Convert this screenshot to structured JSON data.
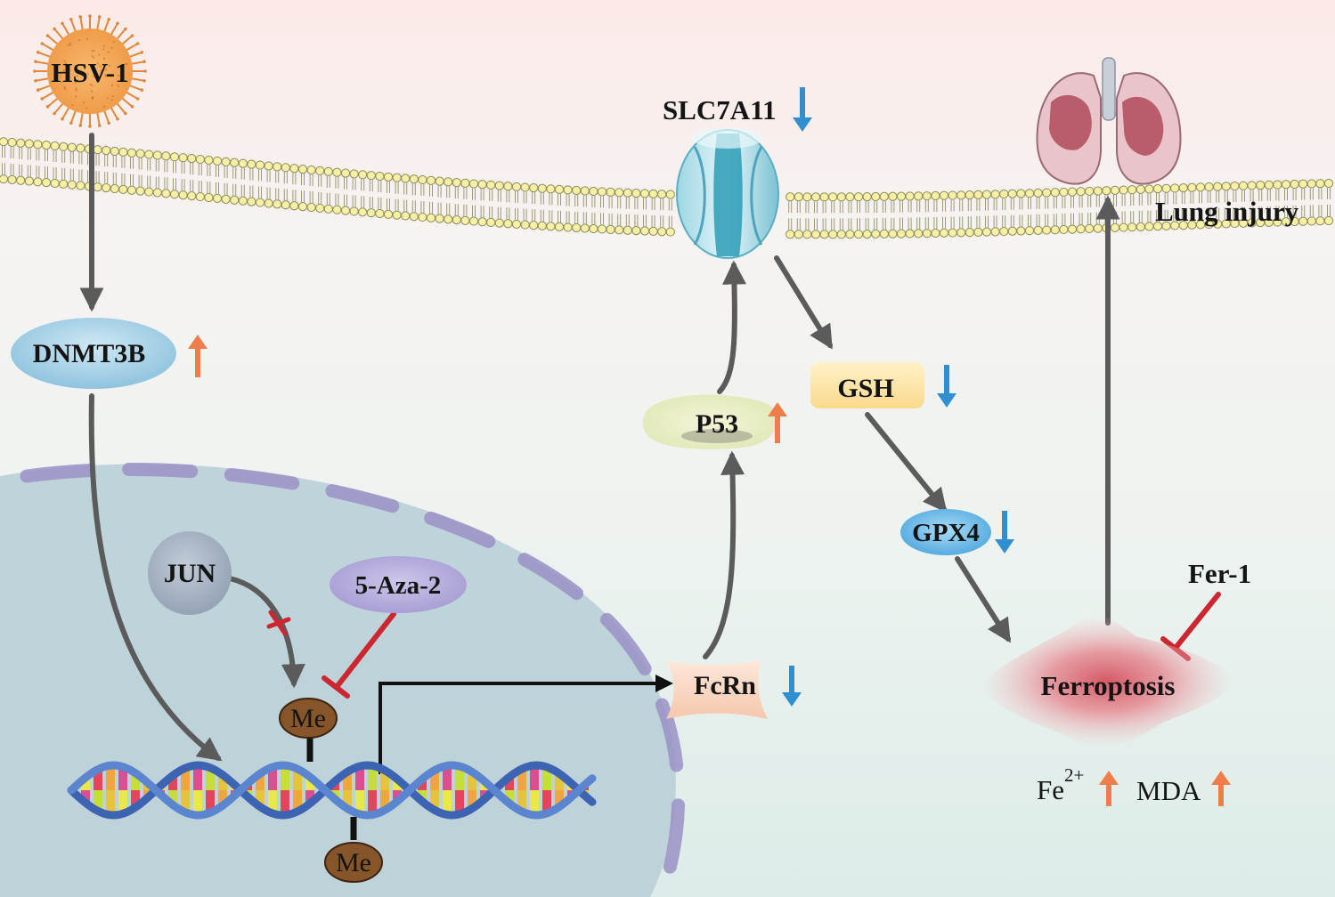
{
  "nodes": {
    "hsv1": "HSV-1",
    "dnmt3b": "DNMT3B",
    "jun": "JUN",
    "aza": "5-Aza-2",
    "me_top": "Me",
    "me_bottom": "Me",
    "fcrn": "FcRn",
    "p53": "P53",
    "slc7a11": "SLC7A11",
    "gsh": "GSH",
    "gpx4": "GPX4",
    "ferroptosis": "Ferroptosis",
    "fer1": "Fer-1",
    "lung_injury": "Lung injury",
    "fe_base": "Fe",
    "fe_sup": "2+",
    "mda": "MDA"
  },
  "regulation": {
    "dnmt3b": "up",
    "p53": "up",
    "slc7a11": "down",
    "gsh": "down",
    "gpx4": "down",
    "fcrn": "down",
    "fe2": "up",
    "mda": "up"
  },
  "colors": {
    "up_arrow": "#ee7d4b",
    "down_arrow": "#2f8fd0",
    "inhibit": "#cc2630",
    "pathway_arrow": "#5b5b5b",
    "membrane_head": "#f7f0a6",
    "nucleus": "#b9cfd6",
    "nuclear_envelope": "#9a90c6"
  }
}
